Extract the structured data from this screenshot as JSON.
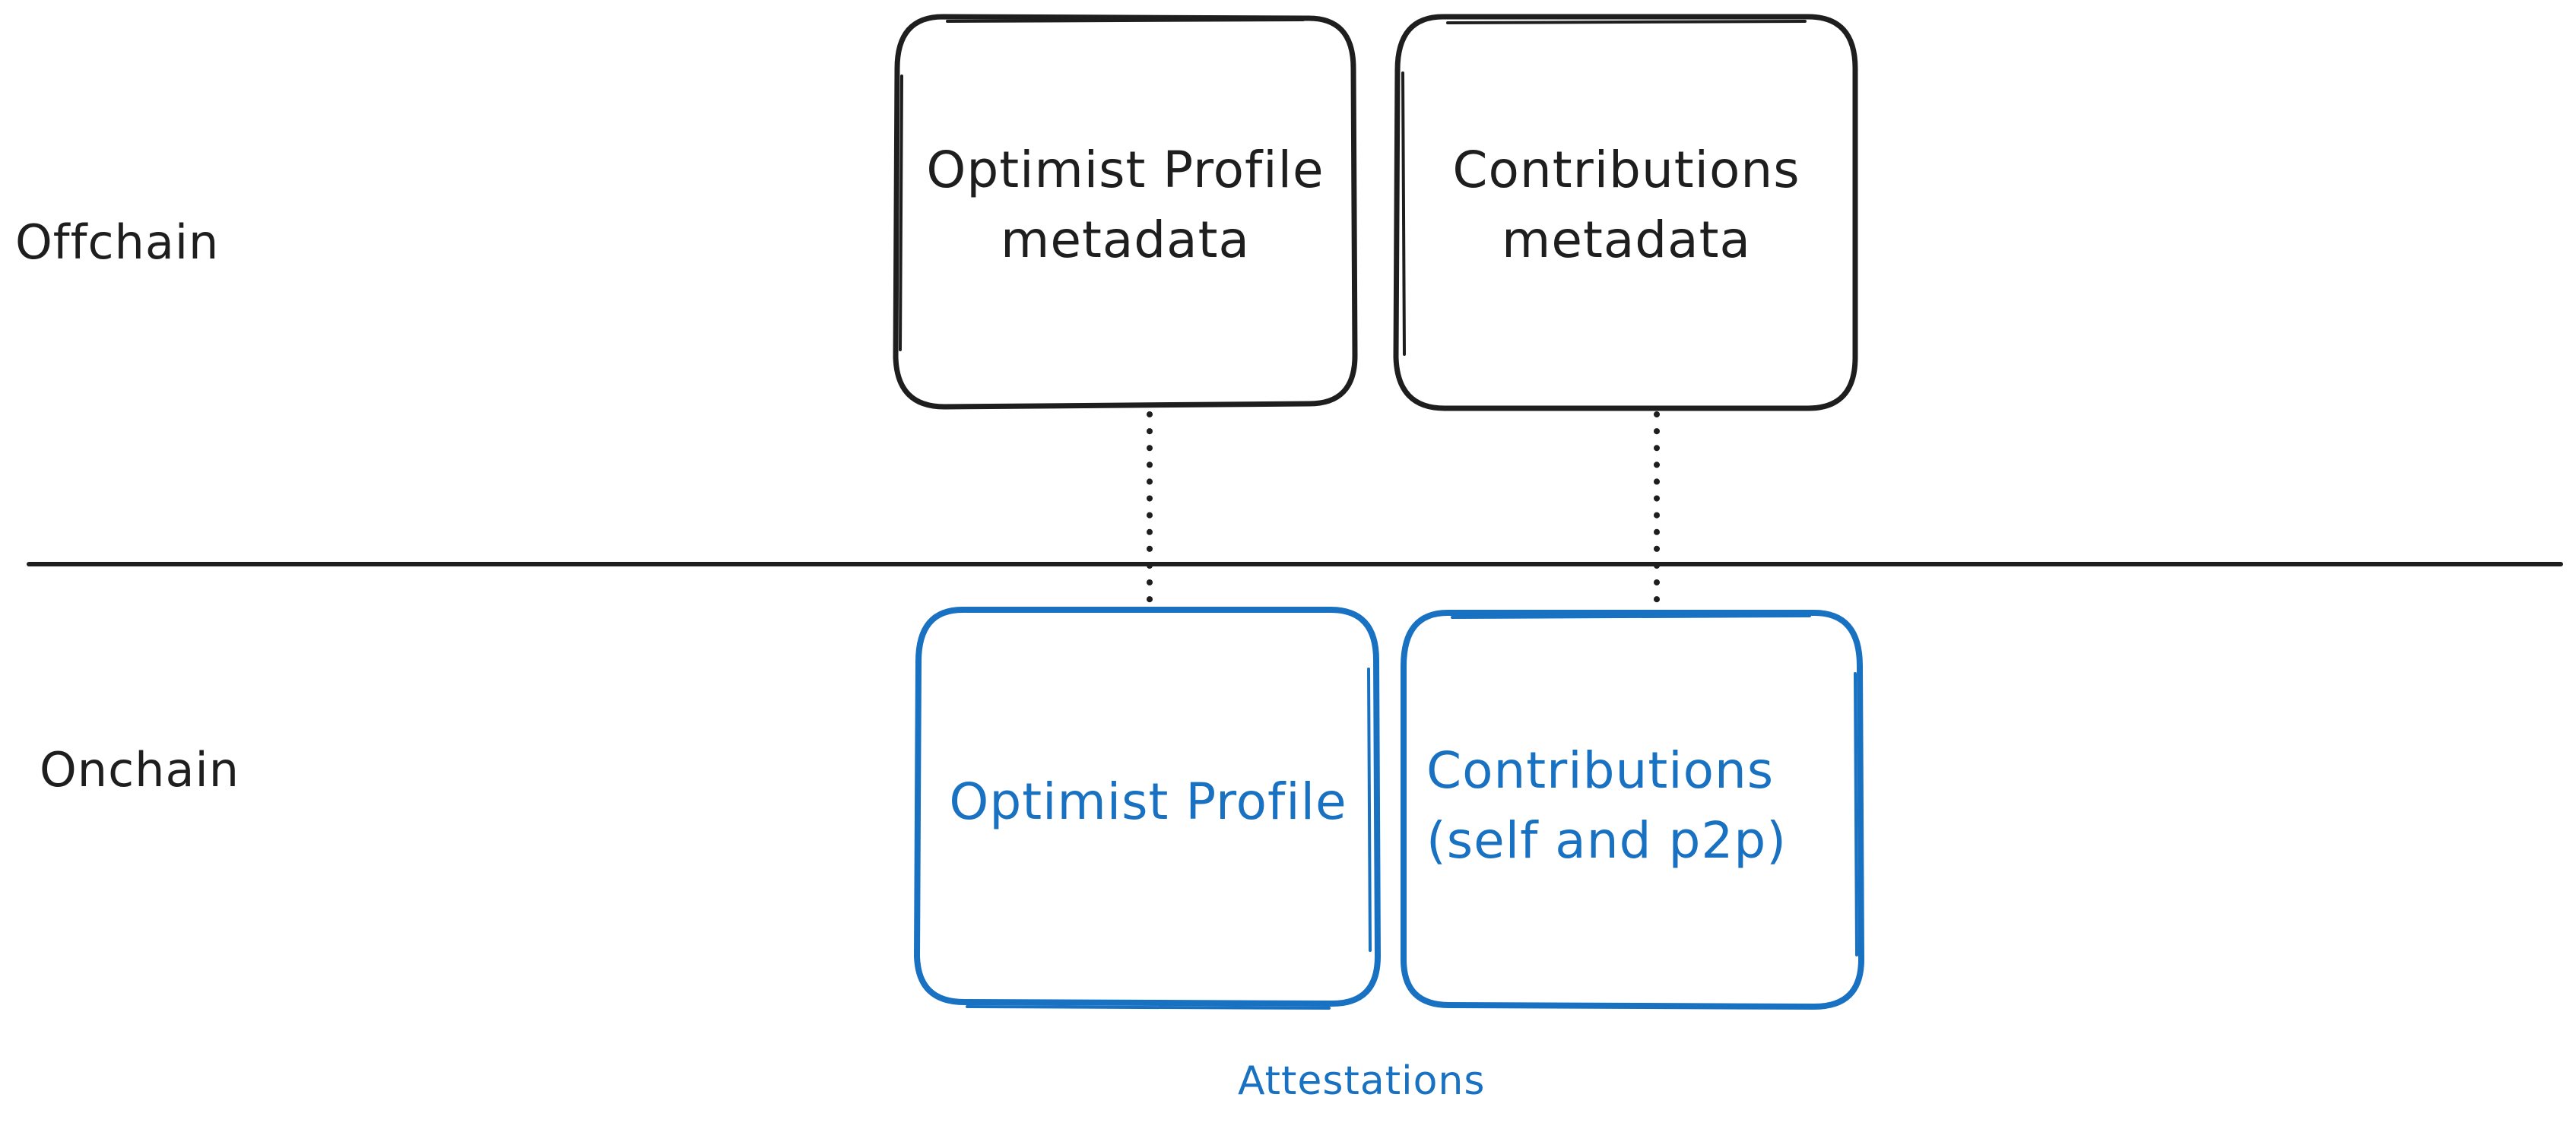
{
  "zones": {
    "offchain_label": "Offchain",
    "onchain_label": "Onchain"
  },
  "offchain_boxes": [
    {
      "line1": "Optimist Profile",
      "line2": "metadata"
    },
    {
      "line1": "Contributions",
      "line2": "metadata"
    }
  ],
  "onchain_boxes": [
    {
      "line1": "Optimist Profile",
      "line2": ""
    },
    {
      "line1": "Contributions",
      "line2": "(self and p2p)"
    }
  ],
  "caption": "Attestations",
  "colors": {
    "ink": "#1e1e1e",
    "accent_blue": "#1971c2",
    "background": "#ffffff"
  },
  "connections": [
    {
      "from": "offchain_boxes.0",
      "to": "onchain_boxes.0",
      "style": "dotted"
    },
    {
      "from": "offchain_boxes.1",
      "to": "onchain_boxes.1",
      "style": "dotted"
    }
  ]
}
